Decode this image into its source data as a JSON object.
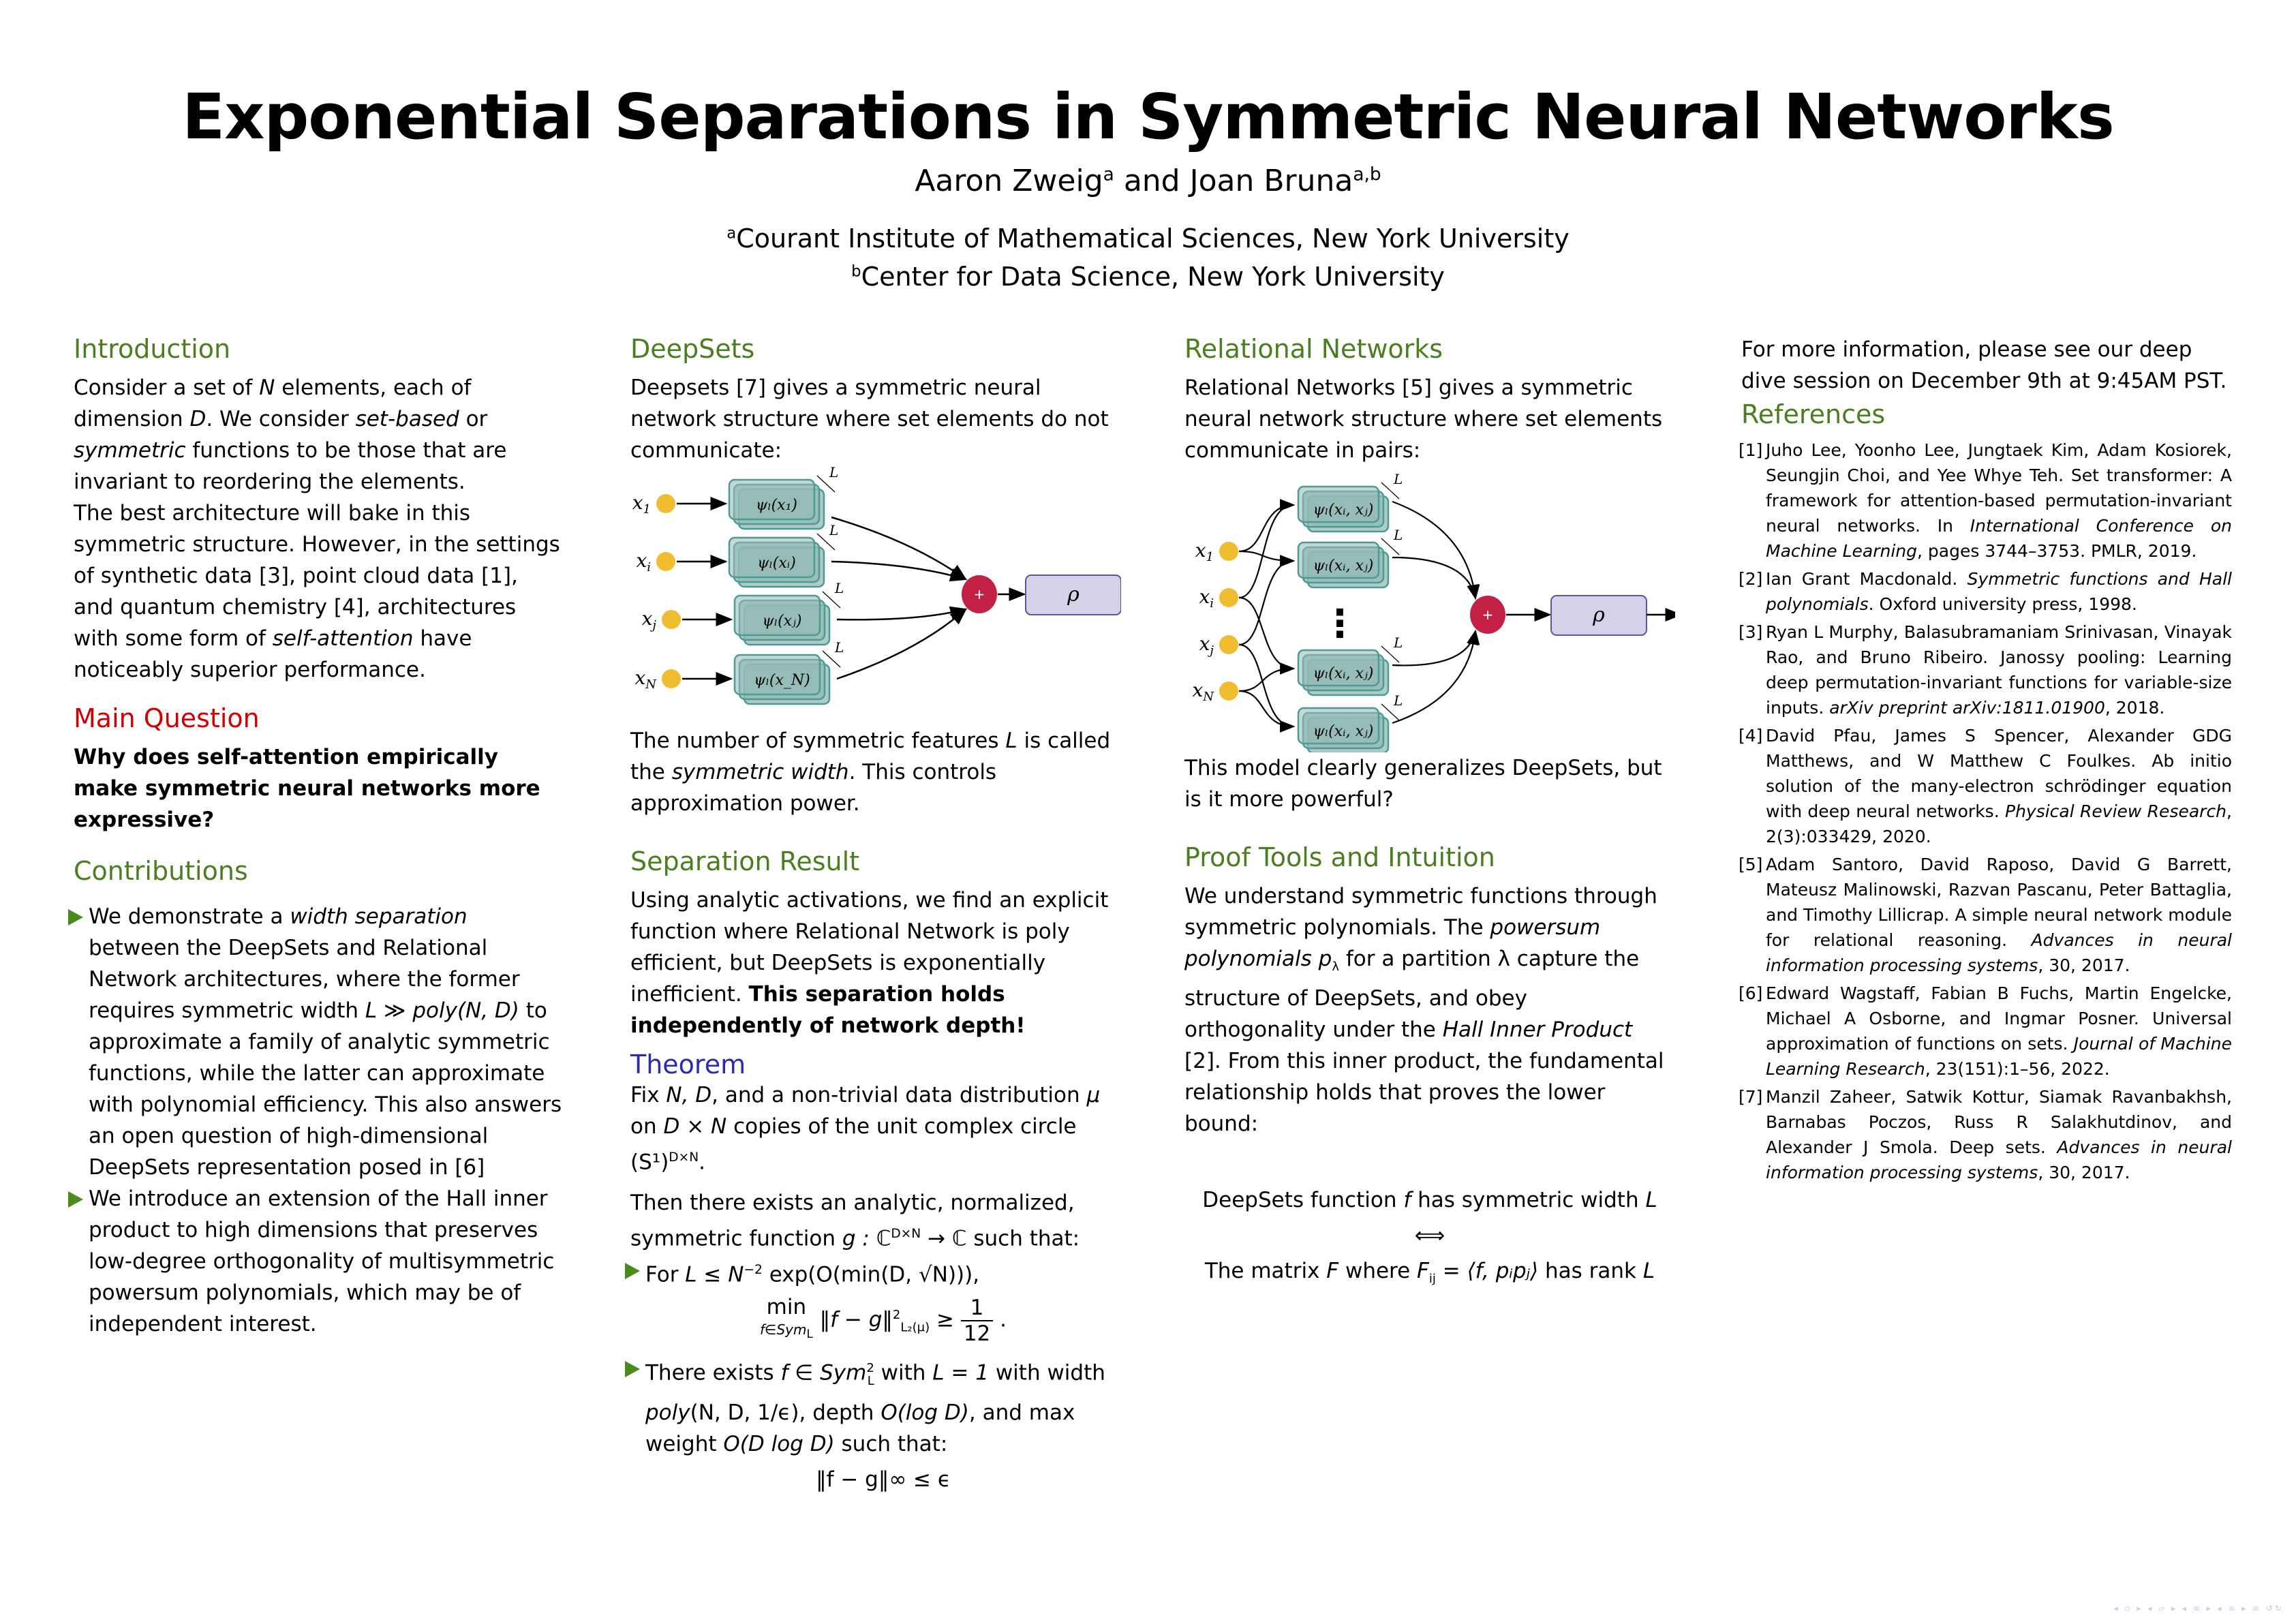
{
  "header": {
    "title": "Exponential Separations in Symmetric Neural Networks",
    "author1": "Aaron Zweig",
    "author1_sup": "a",
    "author_join": " and ",
    "author2": "Joan Bruna",
    "author2_sup": "a,b",
    "affiliations": [
      {
        "sup": "a",
        "text": "Courant Institute of Mathematical Sciences, New York University"
      },
      {
        "sup": "b",
        "text": "Center for Data Science, New York University"
      }
    ]
  },
  "colors": {
    "heading_green": "#4a7f1f",
    "heading_red": "#d00000",
    "heading_blue": "#2b2bb0",
    "bullet_green": "#4a8a1f",
    "input_node": "#f0bc30",
    "psi_box_fill": "#93b9b5",
    "psi_box_stroke": "#4e9a94",
    "sum_node": "#c42046",
    "rho_box_fill": "#d5d1e8",
    "rho_box_stroke": "#5a55a0"
  },
  "introduction": {
    "heading": "Introduction",
    "p1_a": "Consider a set of ",
    "p1_N": "N",
    "p1_b": " elements, each of dimension ",
    "p1_D": "D",
    "p1_c": ". We consider ",
    "p1_setbased": "set-based",
    "p1_or": " or ",
    "p1_symmetric": "symmetric",
    "p1_d": " functions to be those that are invariant to reordering the elements.",
    "p2_a": "The best architecture will bake in this symmetric structure.  However, in the settings of synthetic data [3], point cloud data [1], and quantum chemistry [4], architectures with some form of ",
    "p2_selfattention": "self-attention",
    "p2_b": " have noticeably superior performance."
  },
  "main_question": {
    "heading": "Main Question",
    "text": "Why does self-attention empirically make symmetric neural networks more expressive?"
  },
  "contributions": {
    "heading": "Contributions",
    "items": [
      {
        "a": "We demonstrate a ",
        "em": "width separation",
        "b": " between the DeepSets and Relational Network architectures, where the former requires symmetric width ",
        "math": "L ≫ poly(N, D)",
        "c": " to approximate a family of analytic symmetric functions, while the latter can approximate with polynomial efficiency.  This also answers an open question of high-dimensional DeepSets representation posed in [6]"
      },
      {
        "a": "We introduce an extension of the Hall inner product to high dimensions that preserves low-degree orthogonality of multisymmetric powersum polynomials, which may be of independent interest."
      }
    ]
  },
  "deepsets": {
    "heading": "DeepSets",
    "intro": "Deepsets [7] gives a symmetric neural network structure where set elements do not communicate:",
    "diagram": {
      "inputs": [
        "x₁",
        "xᵢ",
        "xⱼ",
        "x_N"
      ],
      "input_subs": [
        "1",
        "i",
        "j",
        "N"
      ],
      "boxes": [
        "ψₗ(x₁)",
        "ψₗ(xᵢ)",
        "ψₗ(xⱼ)",
        "ψₗ(x_N)"
      ],
      "width_label": "L",
      "sum_label": "+",
      "rho_label": "ρ"
    },
    "after_a": "The number of symmetric features ",
    "after_L": "L",
    "after_b": " is called the ",
    "after_em": "symmetric width",
    "after_c": ".  This controls approximation power."
  },
  "separation": {
    "heading": "Separation Result",
    "text": "Using analytic activations, we find an explicit function where Relational Network is poly efficient, but DeepSets is exponentially inefficient. ",
    "bold": "This separation holds independently of network depth!"
  },
  "theorem": {
    "heading": "Theorem",
    "p1": "Fix N, D, and a non-trivial data distribution μ on D × N copies of the unit complex circle (S¹)^(D×N).",
    "p1_a": "Fix ",
    "p1_ND": "N, D",
    "p1_b": ", and a non-trivial data distribution ",
    "p1_mu": "μ",
    "p1_c": " on ",
    "p1_DxN": "D × N",
    "p1_d": " copies of the unit complex circle ",
    "p1_S": "(S¹)",
    "p1_S_sup": "D×N",
    "p1_e": ".",
    "p2_a": "Then there exists an analytic, normalized, symmetric function ",
    "p2_g": "g : ℂ",
    "p2_sup": "D×N",
    "p2_b": " → ℂ such that:",
    "bullet1_a": "For ",
    "bullet1_math": "L ≤ N",
    "bullet1_sup": "−2",
    "bullet1_b": " exp(O(min(D, √N))),",
    "eq1_min": "min",
    "eq1_sub": "f∈Sym",
    "eq1_subL": "L",
    "eq1_norm": "‖f − g‖",
    "eq1_norm_sup": "2",
    "eq1_norm_sub": "L₂(μ)",
    "eq1_geq": " ≥ ",
    "eq1_num": "1",
    "eq1_den": "12",
    "eq1_end": " .",
    "bullet2_a": "There exists ",
    "bullet2_f": "f ∈ Sym",
    "bullet2_sup": "2",
    "bullet2_sub": "L",
    "bullet2_b": " with ",
    "bullet2_L1": "L = 1",
    "bullet2_c": " with width ",
    "bullet2_poly": "poly",
    "bullet2_d": "(N, D, 1/ϵ), depth ",
    "bullet2_depth": "O(log D)",
    "bullet2_e": ", and max weight ",
    "bullet2_weight": "O(D log D)",
    "bullet2_f2": " such that:",
    "eq2": "‖f − g‖∞ ≤ ϵ"
  },
  "relational": {
    "heading": "Relational Networks",
    "intro": "Relational Networks [5] gives a symmetric neural network structure where set elements communicate in pairs:",
    "diagram": {
      "inputs": [
        "x",
        "x",
        "x",
        "x"
      ],
      "input_subs": [
        "1",
        "i",
        "j",
        "N"
      ],
      "box_label": "ψₗ(xᵢ, xⱼ)",
      "box_count": 4,
      "width_label": "L",
      "ellipsis": "⋮",
      "sum_label": "+",
      "rho_label": "ρ"
    },
    "after": "This model clearly generalizes DeepSets, but is it more powerful?"
  },
  "proof": {
    "heading": "Proof Tools and Intuition",
    "a": "We understand symmetric functions through symmetric polynomials.  The ",
    "em1": "powersum polynomials p",
    "em1_sub": "λ",
    "b": " for a partition λ capture the structure of DeepSets, and obey orthogonality under the ",
    "em2": "Hall Inner Product",
    "c": " [2].  From this inner product, the fundamental relationship holds that proves the lower bound:",
    "eq_line1_a": "DeepSets function ",
    "eq_line1_f": "f",
    "eq_line1_b": " has symmetric width ",
    "eq_line1_L": "L",
    "eq_iff": "⟺",
    "eq_line2_a": "The matrix ",
    "eq_line2_F": "F",
    "eq_line2_b": " where ",
    "eq_line2_Fij": "F",
    "eq_line2_ij": "ij",
    "eq_line2_c": " = ⟨f, pᵢpⱼ⟩",
    "eq_line2_d": " has rank ",
    "eq_line2_L": "L"
  },
  "more_info": "For more information, please see our deep dive session on December 9th at 9:45AM PST.",
  "references": {
    "heading": "References",
    "items": [
      {
        "num": "[1]",
        "a": "Juho Lee, Yoonho Lee, Jungtaek Kim, Adam Kosiorek, Seungjin Choi, and Yee Whye Teh.  Set transformer: A framework for attention-based permutation-invariant neural networks. In ",
        "em": "International Conference on Machine Learning",
        "b": ", pages 3744–3753. PMLR, 2019."
      },
      {
        "num": "[2]",
        "a": "Ian Grant Macdonald.  ",
        "em": "Symmetric functions and Hall polynomials",
        "b": ". Oxford university press, 1998."
      },
      {
        "num": "[3]",
        "a": "Ryan L Murphy, Balasubramaniam Srinivasan, Vinayak Rao, and Bruno Ribeiro. Janossy pooling: Learning deep permutation-invariant functions for variable-size inputs. ",
        "em": "arXiv preprint arXiv:1811.01900",
        "b": ", 2018."
      },
      {
        "num": "[4]",
        "a": "David Pfau, James S Spencer, Alexander GDG Matthews, and W Matthew C Foulkes.  Ab initio solution of the many-electron schrödinger equation with deep neural networks. ",
        "em": "Physical Review Research",
        "b": ", 2(3):033429, 2020."
      },
      {
        "num": "[5]",
        "a": "Adam Santoro, David Raposo, David G Barrett, Mateusz Malinowski, Razvan Pascanu, Peter Battaglia, and Timothy Lillicrap.  A simple neural network module for relational reasoning. ",
        "em": "Advances in neural information processing systems",
        "b": ", 30, 2017."
      },
      {
        "num": "[6]",
        "a": "Edward Wagstaff, Fabian B Fuchs, Martin Engelcke, Michael A Osborne, and Ingmar Posner.  Universal approximation of functions on sets.  ",
        "em": "Journal of Machine Learning Research",
        "b": ", 23(151):1–56, 2022."
      },
      {
        "num": "[7]",
        "a": "Manzil Zaheer, Satwik Kottur, Siamak Ravanbakhsh, Barnabas Poczos, Russ R Salakhutdinov, and Alexander J Smola. Deep sets. ",
        "em": "Advances in neural information processing systems",
        "b": ", 30, 2017."
      }
    ]
  },
  "navigation_symbols": "◂ ▫ ▸ ◂ ▱ ▸ ◂ ≡ ▸ ◂ ≡ ▸ ≡ ↺↻"
}
